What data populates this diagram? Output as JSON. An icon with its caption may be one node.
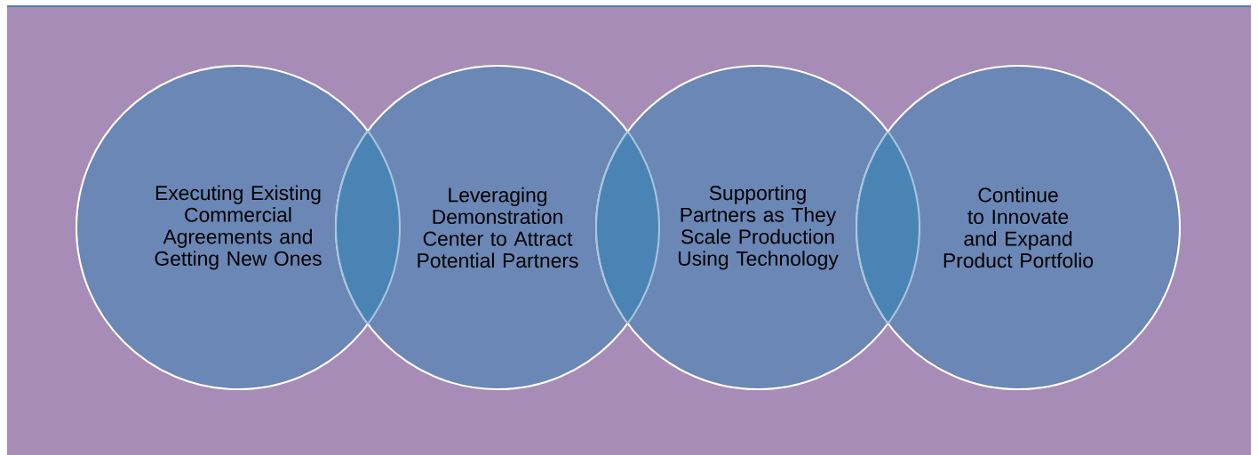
{
  "diagram": {
    "nodes": [
      {
        "text": [
          "Executing Existing Commercial Agreements and Getting New Ones"
        ]
      },
      {
        "text": [
          "Leveraging Demonstration Center to Attract Potential Partners"
        ]
      },
      {
        "text": [
          "Supporting Partners as They Scale Production Using Technology"
        ]
      },
      {
        "text": [
          "Continue to Innovate and Expand Product Portfolio"
        ]
      }
    ]
  }
}
